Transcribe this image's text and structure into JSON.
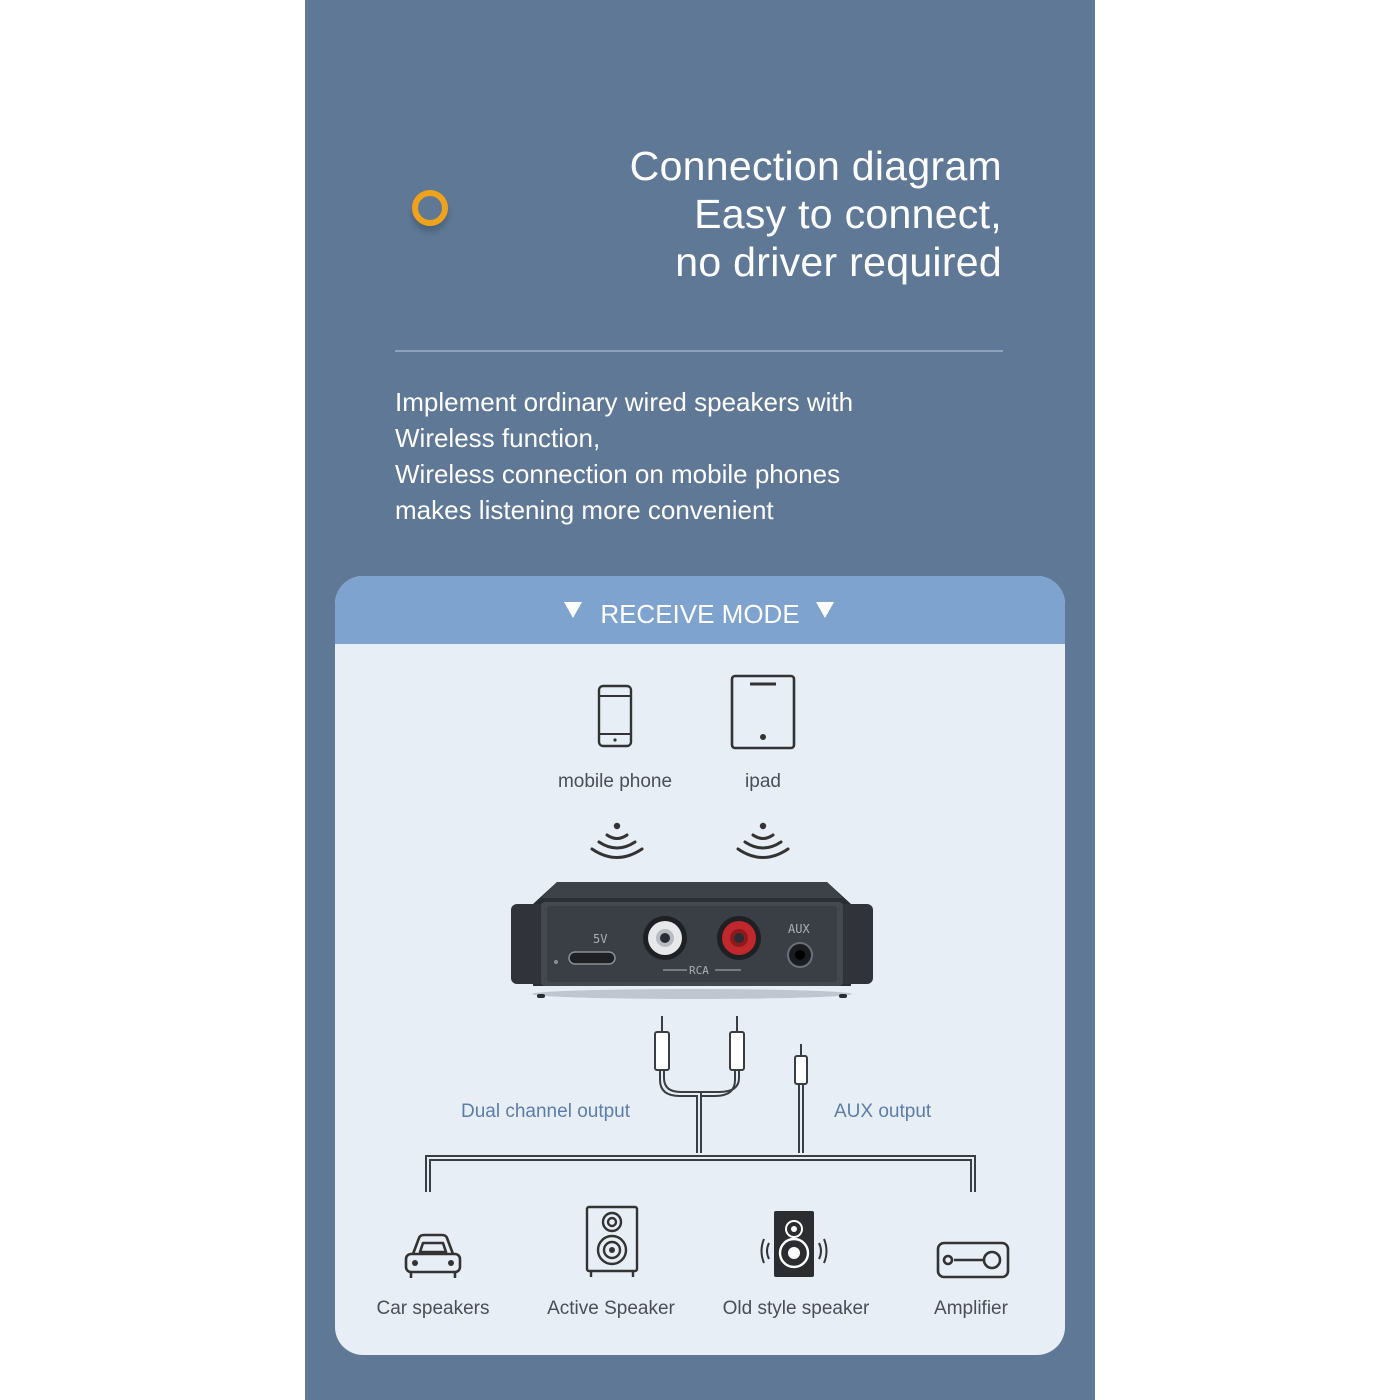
{
  "header": {
    "title_lines": [
      "Connection diagram",
      "Easy to connect,",
      "no driver required"
    ],
    "accent_color": "#f0a21c"
  },
  "description": {
    "lines": [
      "Implement ordinary wired speakers with",
      "Wireless function,",
      "Wireless connection on mobile phones",
      "makes listening more convenient"
    ]
  },
  "card": {
    "title": "RECEIVE MODE",
    "sources": [
      {
        "label": "mobile phone",
        "icon": "mobile-phone-icon"
      },
      {
        "label": "ipad",
        "icon": "tablet-icon"
      }
    ],
    "device": {
      "port_labels": {
        "power": "5V",
        "rca": "RCA",
        "aux": "AUX"
      }
    },
    "outputs": {
      "dual": "Dual channel output",
      "aux": "AUX output"
    },
    "targets": [
      {
        "label": "Car speakers",
        "icon": "car-icon"
      },
      {
        "label": "Active Speaker",
        "icon": "active-speaker-icon"
      },
      {
        "label": "Old style speaker",
        "icon": "old-speaker-icon"
      },
      {
        "label": "Amplifier",
        "icon": "amplifier-icon"
      }
    ]
  },
  "colors": {
    "panel": "#5e7896",
    "card": "#e8eef6",
    "card_header": "#7ea3cf",
    "output_text": "#5b7ea8"
  }
}
